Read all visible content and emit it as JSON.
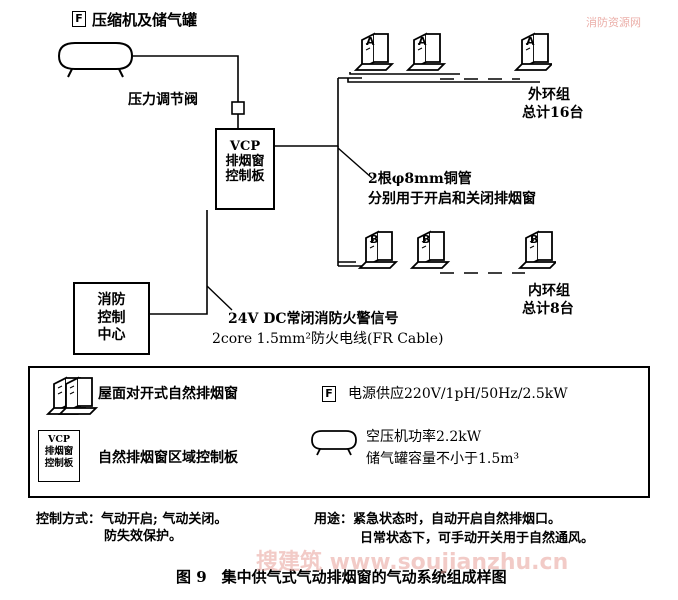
{
  "watermark": {
    "top_right": "消防资源网",
    "bottom": "搜建筑 www.soujianzhu.cn"
  },
  "power_symbol": "F",
  "compressor_label": "压缩机及储气罐",
  "pressure_valve_label": "压力调节阀",
  "vcp_panel": {
    "line1": "VCP",
    "line2": "排烟窗",
    "line3": "控制板"
  },
  "window_letters": {
    "outer": "A",
    "inner": "B"
  },
  "outer_group": {
    "line1": "外环组",
    "line2": "总计16台"
  },
  "inner_group": {
    "line1": "内环组",
    "line2": "总计8台"
  },
  "pipe_note": {
    "line1": "2根φ8mm铜管",
    "line2": "分别用于开启和关闭排烟窗"
  },
  "fire_center": {
    "line1": "消防",
    "line2": "控制",
    "line3": "中心"
  },
  "signal_note": {
    "line1": "24V DC常闭消防火警信号",
    "line2": "2core 1.5mm²防火电线(FR Cable)"
  },
  "legend": {
    "window_desc": "屋面对开式自然排烟窗",
    "power_desc": "电源供应220V/1pH/50Hz/2.5kW",
    "panel_desc": "自然排烟窗区域控制板",
    "compressor_line1": "空压机功率2.2kW",
    "compressor_line2": "储气罐容量不小于1.5m³"
  },
  "control_mode": {
    "label": "控制方式：气动开启; 气动关闭。",
    "line2": "防失效保护。"
  },
  "usage": {
    "label": "用途：紧急状态时，自动开启自然排烟口。",
    "line2": "日常状态下，可手动开关用于自然通风。"
  },
  "caption": "图 9　集中供气式气动排烟窗的气动系统组成样图"
}
